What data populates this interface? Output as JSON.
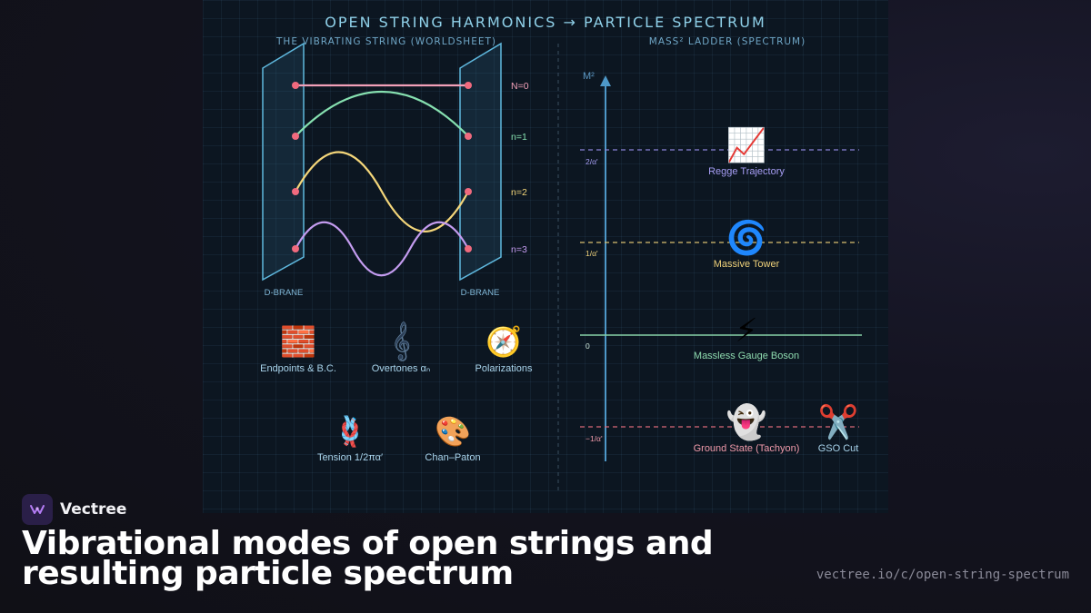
{
  "diagram": {
    "title": "OPEN STRING HARMONICS → PARTICLE SPECTRUM",
    "left": {
      "title": "THE VIBRATING STRING (WORLDSHEET)",
      "brane_labels": [
        "D-BRANE",
        "D-BRANE"
      ],
      "modes": [
        {
          "label": "N=0",
          "color": "#f2a0b8"
        },
        {
          "label": "n=1",
          "color": "#86e0b0"
        },
        {
          "label": "n=2",
          "color": "#f4d67a"
        },
        {
          "label": "n=3",
          "color": "#c49cf0"
        }
      ],
      "concepts": [
        {
          "icon": "brick-icon",
          "glyph": "🧱",
          "label": "Endpoints & B.C."
        },
        {
          "icon": "treble-clef-icon",
          "glyph": "𝄞",
          "label": "Overtones αₙ"
        },
        {
          "icon": "compass-icon",
          "glyph": "🧭",
          "label": "Polarizations"
        },
        {
          "icon": "knot-icon",
          "glyph": "🪢",
          "label": "Tension 1/2πα′"
        },
        {
          "icon": "palette-icon",
          "glyph": "🎨",
          "label": "Chan–Paton"
        }
      ]
    },
    "right": {
      "title": "MASS² LADDER (SPECTRUM)",
      "axis_label": "M²",
      "levels": [
        {
          "tick": "2/α'",
          "label": "Regge Trajectory",
          "icon": "chart-increasing-icon",
          "glyph": "📈",
          "color": "#a79ef5"
        },
        {
          "tick": "1/α'",
          "label": "Massive Tower",
          "icon": "cyclone-icon",
          "glyph": "🌀",
          "color": "#f0d27a"
        },
        {
          "tick": "0",
          "label": "Massless Gauge Boson",
          "icon": "lightning-icon",
          "glyph": "⚡",
          "color": "#8fdcb0"
        },
        {
          "tick": "−1/α'",
          "label": "Ground State (Tachyon)",
          "icon": "ghost-icon",
          "glyph": "👻",
          "color": "#f09aaa"
        }
      ],
      "gso": {
        "label": "GSO Cut",
        "icon": "scissors-icon",
        "glyph": "✂️"
      }
    }
  },
  "footer": {
    "brand": "Vectree",
    "caption": "Vibrational modes of open strings and resulting particle spectrum",
    "url": "vectree.io/c/open-string-spectrum"
  }
}
